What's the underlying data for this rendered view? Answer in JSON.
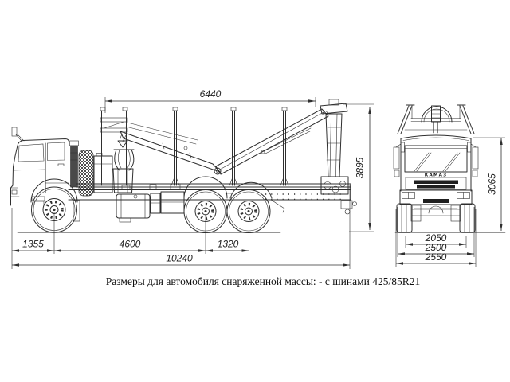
{
  "caption": "Размеры для автомобиля снаряженной массы: - с шинами 425/85R21",
  "dimensions": {
    "platform_length": "6440",
    "overall_height": "3895",
    "front_overhang": "1355",
    "wheelbase": "4600",
    "rear_bogie_base": "1320",
    "overall_length": "10240",
    "front_track": "2050",
    "cab_width": "2500",
    "overall_width": "2550",
    "cab_height": "3065"
  },
  "front_view": {
    "grille_badge": "КАМАЗ"
  },
  "colors": {
    "background": "#ffffff",
    "line": "#2f2f2f",
    "fill_dark": "#1f1f1f"
  }
}
